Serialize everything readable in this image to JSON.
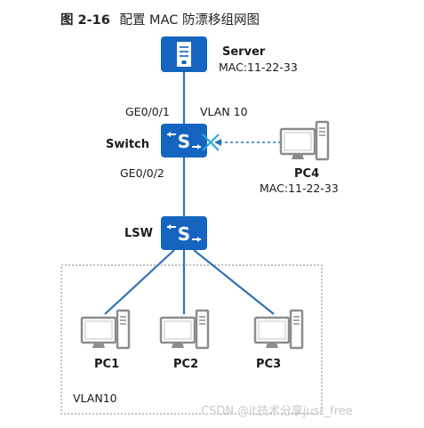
{
  "figure": {
    "caption_prefix": "图 2-16",
    "caption_text": "配置 MAC 防漂移组网图"
  },
  "server": {
    "label": "Server",
    "mac": "MAC:11-22-33"
  },
  "switch": {
    "label": "Switch",
    "port_up": "GE0/0/1",
    "port_down": "GE0/0/2",
    "vlan": "VLAN 10"
  },
  "pc4": {
    "label": "PC4",
    "mac": "MAC:11-22-33"
  },
  "lsw": {
    "label": "LSW"
  },
  "pcs": [
    {
      "label": "PC1"
    },
    {
      "label": "PC2"
    },
    {
      "label": "PC3"
    }
  ],
  "vlan_group": {
    "label": "VLAN10"
  },
  "watermark": "CSDN @it技术分享just_free",
  "colors": {
    "device_blue": "#1565c0",
    "link_blue": "#2e73b6",
    "blocked_mark": "#29a9e0",
    "pc_gray": "#8c8c8c",
    "box_border": "#888888"
  }
}
